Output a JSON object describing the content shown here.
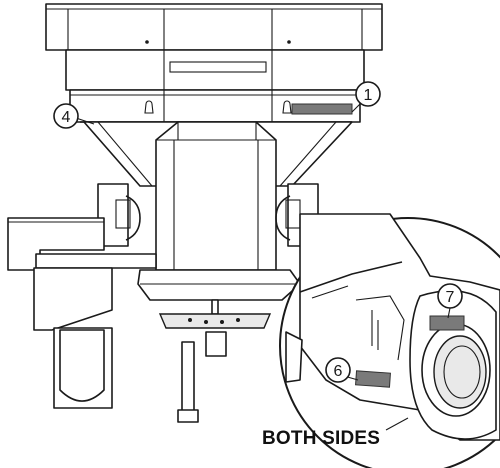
{
  "diagram": {
    "callouts": [
      {
        "id": "callout-1",
        "label": "1"
      },
      {
        "id": "callout-4",
        "label": "4"
      },
      {
        "id": "callout-6",
        "label": "6"
      },
      {
        "id": "callout-7",
        "label": "7"
      }
    ],
    "detail_label": "BOTH SIDES"
  }
}
